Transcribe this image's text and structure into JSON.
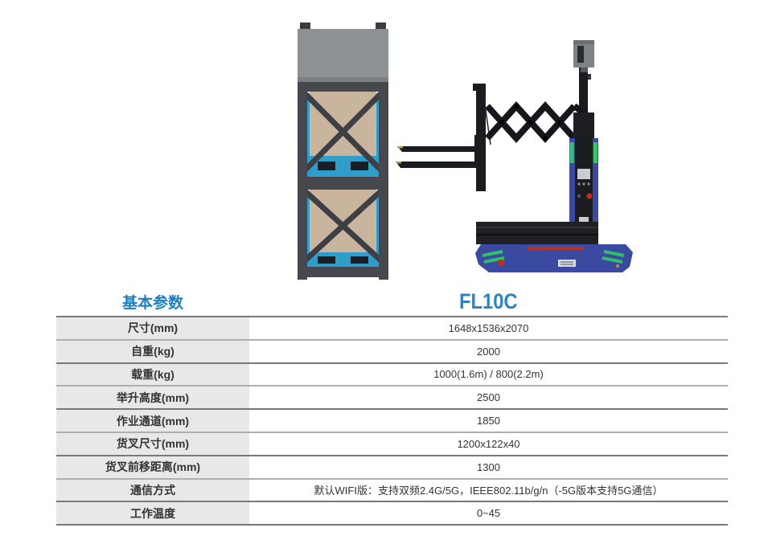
{
  "colors": {
    "accent-blue": "#1b7fc3",
    "model-blue": "#2d85c0",
    "label-bg": "#e8e8e8",
    "border-dark": "#787878",
    "border-light": "#aeaeae",
    "text": "#333333",
    "rack-frame": "#46484d",
    "rack-frame-dark": "#3a3c40",
    "rack-slab": "#8e9194",
    "rack-box": "#c9b59e",
    "rack-pallet": "#2f9dca",
    "robot-base-blue": "#3a4aa0",
    "robot-green": "#35c46a",
    "robot-black": "#1b1c20",
    "robot-gray": "#7e8287",
    "robot-red": "#cc2a1e"
  },
  "hero": {
    "rack_alt": "stacked-pallet-rack-with-boxes",
    "robot_alt": "forklift-agv-with-scissor-fork"
  },
  "table": {
    "header": {
      "left": "基本参数",
      "right": "FL10C"
    },
    "rows": [
      {
        "label": "尺寸(mm)",
        "value": "1648x1536x2070"
      },
      {
        "label": "自重(kg)",
        "value": "2000"
      },
      {
        "label": "载重(kg)",
        "value": "1000(1.6m) / 800(2.2m)"
      },
      {
        "label": "举升高度(mm)",
        "value": "2500"
      },
      {
        "label": "作业通道(mm)",
        "value": "1850"
      },
      {
        "label": "货叉尺寸(mm)",
        "value": "1200x122x40"
      },
      {
        "label": "货叉前移距离(mm)",
        "value": "1300"
      },
      {
        "label": "通信方式",
        "value": "默认WIFI版：支持双频2.4G/5G，IEEE802.11b/g/n（-5G版本支持5G通信）"
      },
      {
        "label": "工作温度",
        "value": "0~45"
      }
    ]
  }
}
